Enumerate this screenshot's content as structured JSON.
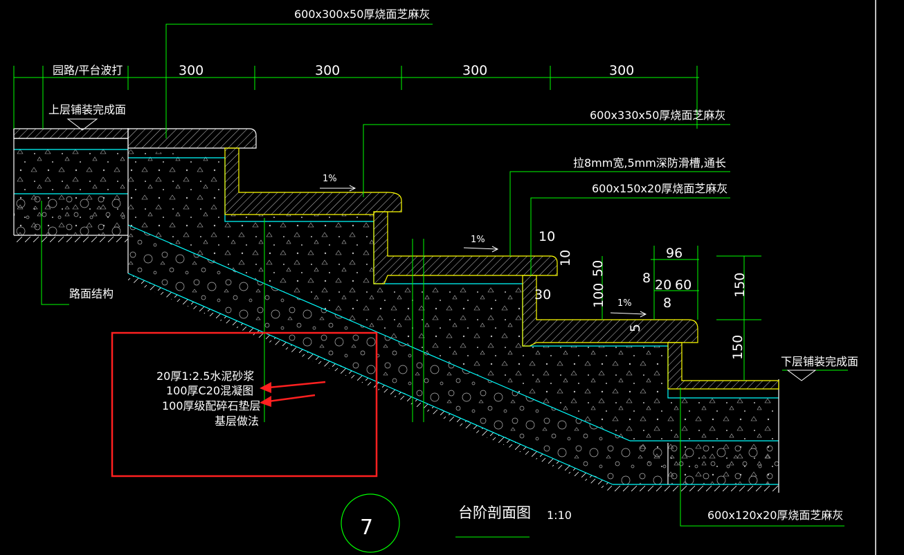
{
  "drawing": {
    "number": "7",
    "title": "台阶剖面图",
    "scale": "1:10"
  },
  "dimensions_top": [
    "300",
    "300",
    "300",
    "300"
  ],
  "top_left_label": "园路/平台波打",
  "labels": {
    "top_slab": "600x300x50厚烧面芝麻灰",
    "upper_finish": "上层铺装完成面",
    "slab_330": "600x330x50厚烧面芝麻灰",
    "groove": "拉8mm宽,5mm深防滑槽,通长",
    "slab_150": "600x150x20厚烧面芝麻灰",
    "road_structure": "路面结构",
    "lower_finish": "下层铺装完成面",
    "slab_120": "600x120x20厚烧面芝麻灰"
  },
  "layers": [
    "20厚1:2.5水泥砂浆",
    "100厚C20混凝图",
    "100厚级配碎石垫层",
    "基层做法"
  ],
  "slopes": [
    "1%",
    "1%",
    "1%"
  ],
  "detail_dims": {
    "d10a": "10",
    "d10b": "10",
    "d50": "50",
    "d100": "100",
    "d30": "30",
    "d96": "96",
    "d8a": "8",
    "d20": "20",
    "d60": "60",
    "d8b": "8",
    "d5": "5",
    "d150a": "150",
    "d150b": "150"
  },
  "colors": {
    "background": "#000000",
    "line_green": "#00ff00",
    "line_cyan": "#00ffff",
    "line_yellow": "#ffff00",
    "text": "#ffffff",
    "highlight": "#ff2020"
  }
}
